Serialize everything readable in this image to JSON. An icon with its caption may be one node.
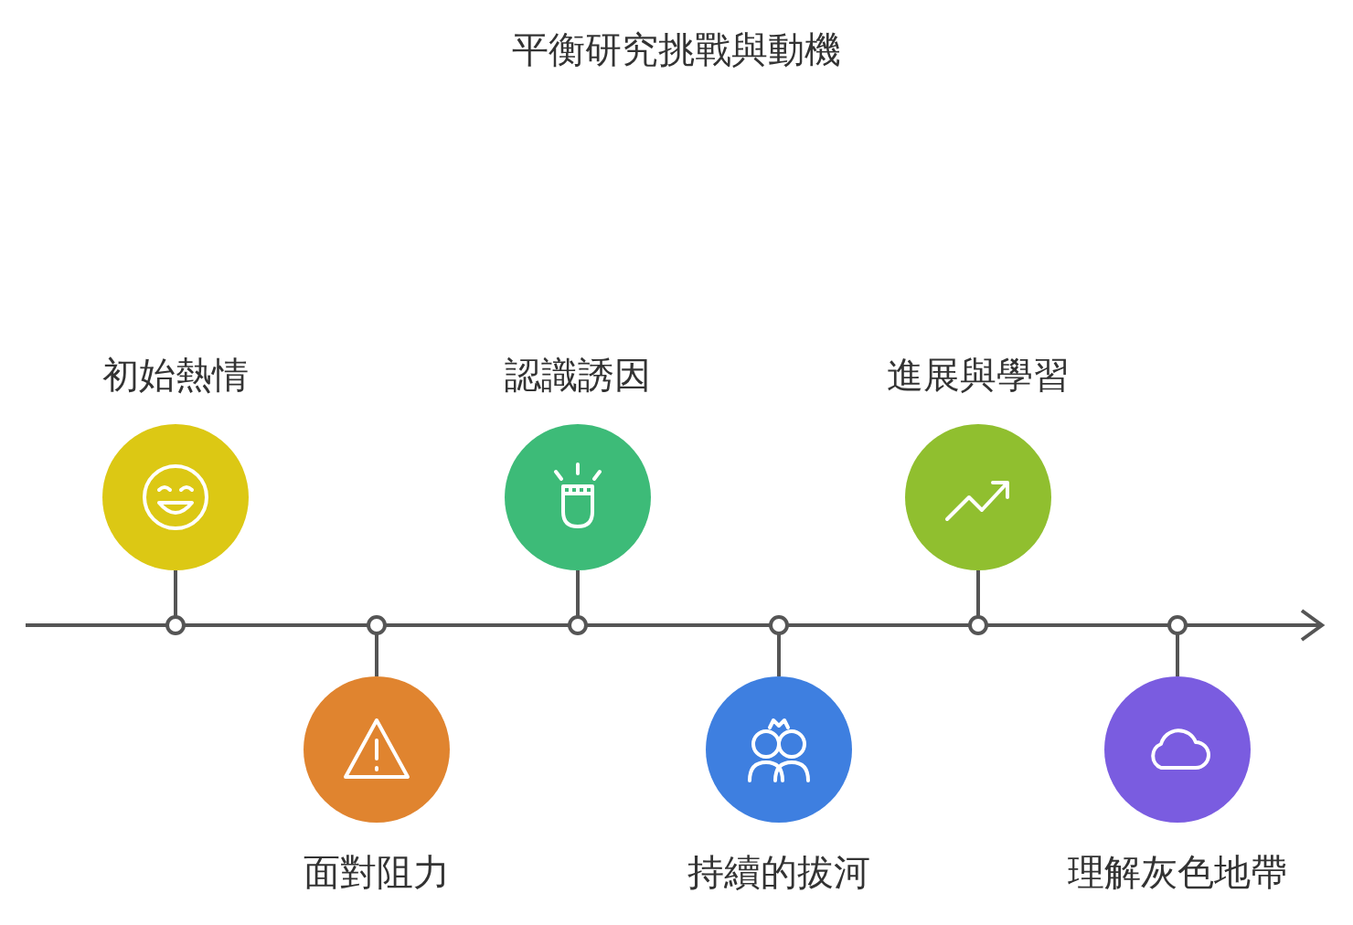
{
  "diagram": {
    "title": "平衡研究挑戰與動機",
    "nodes": [
      {
        "text": [
          "初始熱情"
        ]
      },
      {
        "text": [
          "面對阻力"
        ]
      },
      {
        "text": [
          "認識誘因"
        ]
      },
      {
        "text": [
          "持續的拔河"
        ]
      },
      {
        "text": [
          "進展與學習"
        ]
      },
      {
        "text": [
          "理解灰色地帶"
        ]
      },
      {
        "text": [],
        "shape": "bar"
      }
    ],
    "edges": [
      {
        "from": 0,
        "to": 6,
        "arrow": "other"
      },
      {
        "from": 1,
        "to": 6,
        "arrow": "other"
      },
      {
        "from": 2,
        "to": 6,
        "arrow": "other"
      },
      {
        "from": 3,
        "to": 6,
        "arrow": "other"
      },
      {
        "from": 4,
        "to": 6,
        "arrow": "other"
      },
      {
        "from": 5,
        "to": 6,
        "arrow": "other"
      }
    ]
  }
}
